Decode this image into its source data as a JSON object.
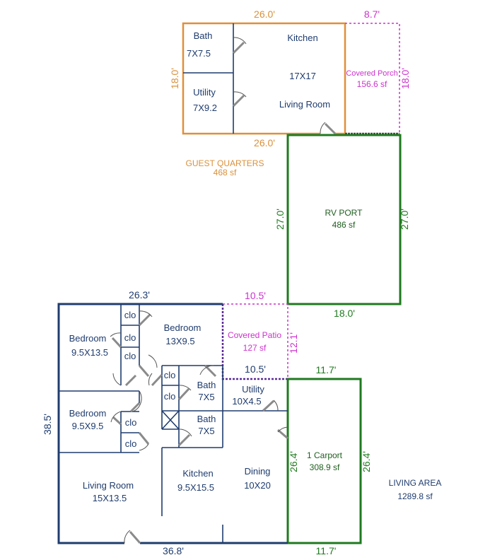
{
  "guest_quarters": {
    "title": "GUEST QUARTERS",
    "area": "468 sf",
    "dim_top": "26.0'",
    "dim_bottom": "26.0'",
    "dim_left": "18.0'",
    "rooms": {
      "bath_name": "Bath",
      "bath_size": "7X7.5",
      "utility_name": "Utility",
      "utility_size": "7X9.2",
      "kitchen_name": "Kitchen",
      "main_size": "17X17",
      "living_name": "Living Room"
    }
  },
  "covered_porch": {
    "title": "Covered Porch",
    "area": "156.6 sf",
    "dim_top": "8.7'",
    "dim_right": "18.0'"
  },
  "rv_port": {
    "title": "RV PORT",
    "area": "486 sf",
    "dim_left": "27.0'",
    "dim_right": "27.0'",
    "dim_bottom": "18.0'"
  },
  "covered_patio": {
    "title": "Covered Patio",
    "area": "127 sf",
    "dim_top": "10.5'",
    "dim_bottom": "10.5'",
    "dim_right": "12.1'"
  },
  "carport": {
    "title": "1 Carport",
    "area": "308.9 sf",
    "dim_top": "11.7'",
    "dim_bottom": "11.7'",
    "dim_left": "26.4'",
    "dim_right": "26.4'"
  },
  "main_house": {
    "dim_top": "26.3'",
    "dim_bottom": "36.8'",
    "dim_left": "38.5'",
    "rooms": {
      "bedroom1_name": "Bedroom",
      "bedroom1_size": "9.5X13.5",
      "bedroom2_name": "Bedroom",
      "bedroom2_size": "13X9.5",
      "bedroom3_name": "Bedroom",
      "bedroom3_size": "9.5X9.5",
      "closet": "clo",
      "bath1_name": "Bath",
      "bath1_size": "7X5",
      "bath2_name": "Bath",
      "bath2_size": "7X5",
      "utility_name": "Utility",
      "utility_size": "10X4.5",
      "living_name": "Living Room",
      "living_size": "15X13.5",
      "kitchen_name": "Kitchen",
      "kitchen_size": "9.5X15.5",
      "dining_name": "Dining",
      "dining_size": "10X20"
    }
  },
  "living_area": {
    "title": "LIVING AREA",
    "area": "1289.8 sf"
  }
}
